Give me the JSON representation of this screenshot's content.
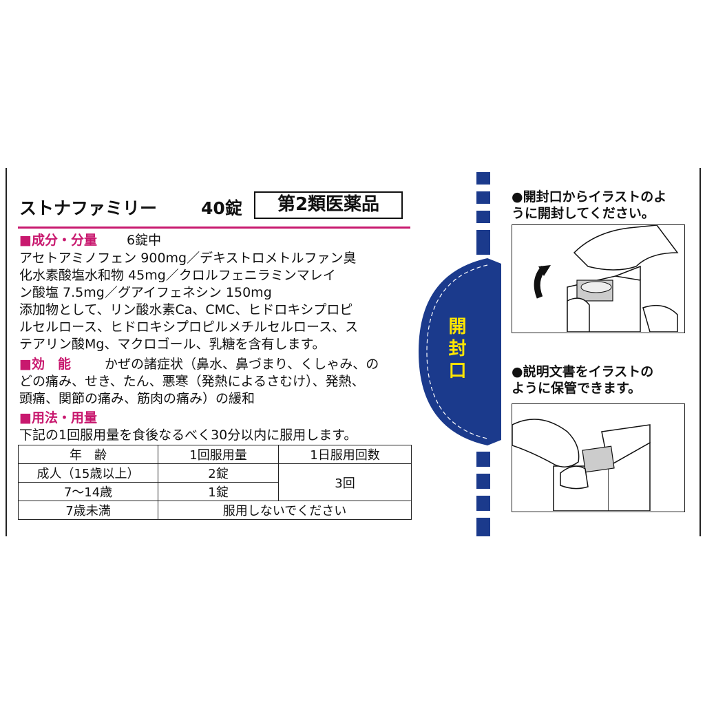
{
  "product": {
    "name": "ストナファミリー",
    "count": "40錠",
    "class": "第2類医薬品"
  },
  "ingredients": {
    "heading": "■成分・分量",
    "per": "6錠中",
    "lines": [
      "アセトアミノフェン 900mg／デキストロメトルファン臭",
      "化水素酸塩水和物 45mg／クロルフェニラミンマレイ",
      "ン酸塩 7.5mg／グアイフェネシン 150mg",
      "添加物として、リン酸水素Ca、CMC、ヒドロキシプロピ",
      "ルセルロース、ヒドロキシプロピルメチルセルロース、ス",
      "テアリン酸Mg、マクロゴール、乳糖を含有します。"
    ]
  },
  "effect": {
    "heading": "■効　能",
    "lines": [
      "かぜの諸症状（鼻水、鼻づまり、くしゃみ、の",
      "どの痛み、せき、たん、悪寒（発熱によるさむけ）、発熱、",
      "頭痛、関節の痛み、筋肉の痛み）の緩和"
    ]
  },
  "usage": {
    "heading": "■用法・用量",
    "line": "下記の1回服用量を食後なるべく30分以内に服用します。",
    "table": {
      "headers": [
        "年　齢",
        "1回服用量",
        "1日服用回数"
      ],
      "rows": [
        [
          "成人（15歳以上）",
          "2錠"
        ],
        [
          "7～14歳",
          "1錠"
        ],
        [
          "7歳未満",
          "服用しないでください"
        ]
      ],
      "daily": "3回"
    }
  },
  "opening": {
    "label": "開封口"
  },
  "instructions": {
    "note1": [
      "●開封口からイラストのよ",
      "うに開封してください。"
    ],
    "note2": [
      "●説明文書をイラストの",
      "ように保管できます。"
    ]
  },
  "colors": {
    "accent": "#c8186e",
    "blue": "#1b3a8c",
    "label": "#ffe600"
  }
}
